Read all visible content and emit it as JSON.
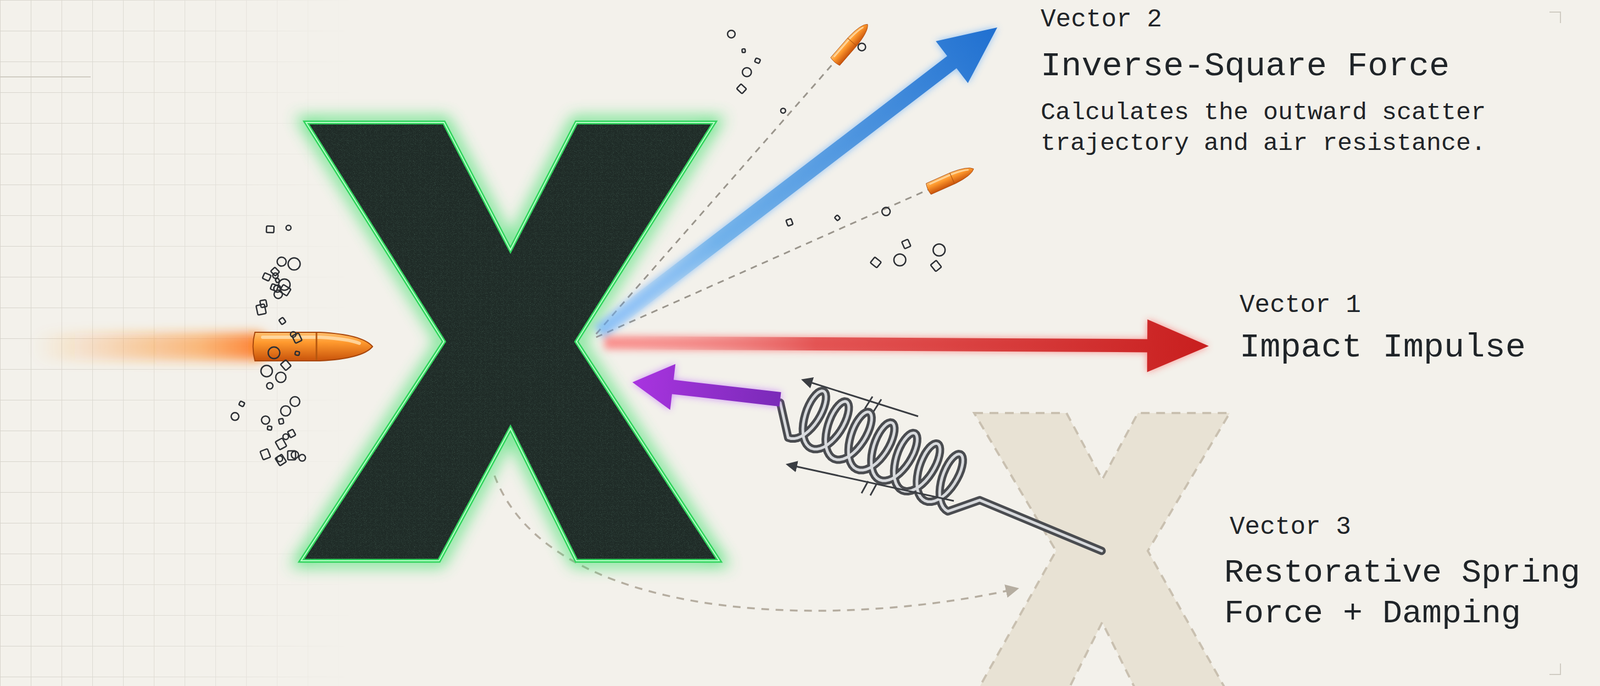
{
  "diagram": {
    "labels": [
      "Vector 2",
      "Inverse-Square Force",
      "Calculates the outward scatter trajectory and air resistance.",
      "Vector 1",
      "Impact Impulse",
      "Vector 3",
      "Restorative Spring Force + Damping"
    ]
  }
}
